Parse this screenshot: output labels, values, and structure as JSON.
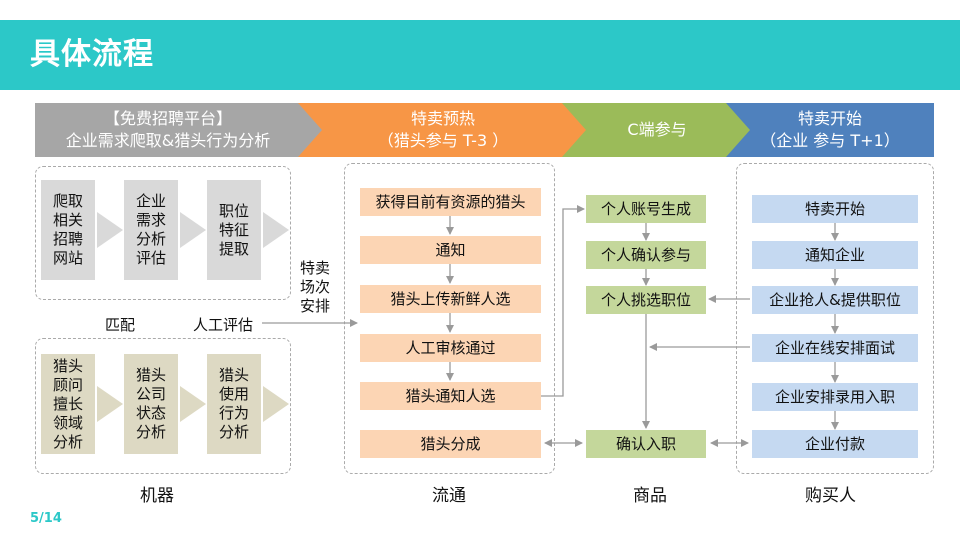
{
  "header": {
    "title": "具体流程"
  },
  "stages": [
    {
      "line1": "【免费招聘平台】",
      "line2": "企业需求爬取&猎头行为分析"
    },
    {
      "line1": "特卖预热",
      "line2": "（猎头参与  T-3 ）"
    },
    {
      "line1": "C端参与",
      "line2": ""
    },
    {
      "line1": "特卖开始",
      "line2": "（企业 参与 T+1）"
    }
  ],
  "machine_top": [
    {
      "lines": [
        "爬取",
        "相关",
        "招聘",
        "网站"
      ]
    },
    {
      "lines": [
        "企业",
        "需求",
        "分析",
        "评估"
      ]
    },
    {
      "lines": [
        "职位",
        "特征",
        "提取"
      ]
    }
  ],
  "machine_bottom": [
    {
      "lines": [
        "猎头",
        "顾问",
        "擅长",
        "领域",
        "分析"
      ]
    },
    {
      "lines": [
        "猎头",
        "公司",
        "状态",
        "分析"
      ]
    },
    {
      "lines": [
        "猎头",
        "使用",
        "行为",
        "分析"
      ]
    }
  ],
  "labels": {
    "match": "匹配",
    "manual_eval": "人工评估",
    "schedule": [
      "特卖",
      "场次",
      "安排"
    ]
  },
  "flow_column": [
    "获得目前有资源的猎头",
    "通知",
    "猎头上传新鲜人选",
    "人工审核通过",
    "猎头通知人选",
    "猎头分成"
  ],
  "product_column": [
    "个人账号生成",
    "个人确认参与",
    "个人挑选职位",
    "确认入职"
  ],
  "buyer_column": [
    "特卖开始",
    "通知企业",
    "企业抢人&提供职位",
    "企业在线安排面试",
    "企业安排录用入职",
    "企业付款"
  ],
  "bottom_labels": [
    "机器",
    "流通",
    "商品",
    "购买人"
  ],
  "page_number": "5/14"
}
